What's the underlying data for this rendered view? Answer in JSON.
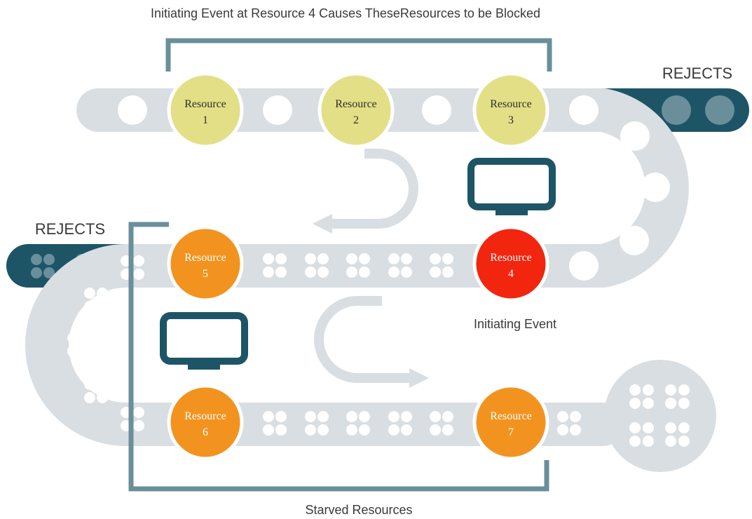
{
  "title": "Initiating Event at Resource 4 Causes TheseResources to be Blocked",
  "rejects_top": "REJECTS",
  "rejects_left": "REJECTS",
  "initiating_event": "Initiating Event",
  "starved": "Starved Resources",
  "resources": [
    {
      "id": "r1",
      "line1": "Resource",
      "line2": "1",
      "state": "blocked"
    },
    {
      "id": "r2",
      "line1": "Resource",
      "line2": "2",
      "state": "blocked"
    },
    {
      "id": "r3",
      "line1": "Resource",
      "line2": "3",
      "state": "blocked"
    },
    {
      "id": "r4",
      "line1": "Resource",
      "line2": "4",
      "state": "initiating"
    },
    {
      "id": "r5",
      "line1": "Resource",
      "line2": "5",
      "state": "starved"
    },
    {
      "id": "r6",
      "line1": "Resource",
      "line2": "6",
      "state": "starved"
    },
    {
      "id": "r7",
      "line1": "Resource",
      "line2": "7",
      "state": "starved"
    }
  ],
  "colors": {
    "conveyor": "#d8dee2",
    "dark": "#1d5566",
    "bracket": "#6a8f9b",
    "blocked": "#e3df86",
    "initiating": "#f2250f",
    "starved": "#f3931f",
    "resource_text_light": "#2e2e2e",
    "resource_text_dark": "#ffffff"
  },
  "icons": [
    "monitor-icon",
    "monitor-icon",
    "curved-arrow-icon",
    "curved-arrow-icon"
  ]
}
